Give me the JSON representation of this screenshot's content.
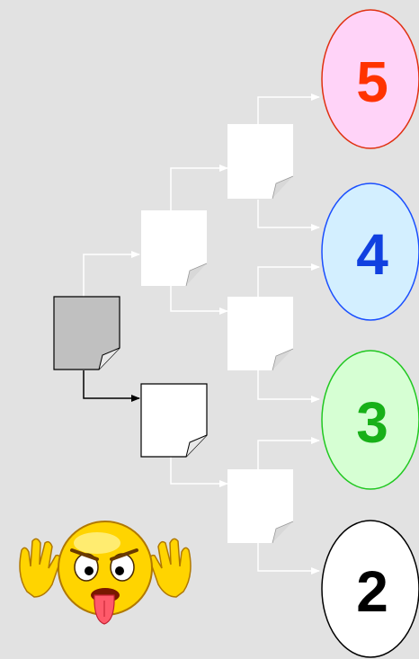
{
  "outcomes": [
    {
      "label": "5",
      "fill": "#ffd3f8",
      "stroke": "#e03010",
      "text_color": "#ff3300"
    },
    {
      "label": "4",
      "fill": "#d3efff",
      "stroke": "#1a4fff",
      "text_color": "#1040e0"
    },
    {
      "label": "3",
      "fill": "#d6ffd3",
      "stroke": "#20c820",
      "text_color": "#18b018"
    },
    {
      "label": "2",
      "fill": "#ffffff",
      "stroke": "#000000",
      "text_color": "#000000"
    }
  ],
  "colors": {
    "background": "#e2e2e2",
    "start_document": "#c0c0c0",
    "highlighted_document": "#ffffff",
    "faded_document": "#ffffff",
    "highlighted_arrow": "#000000",
    "faded_arrow": "#ffffff"
  },
  "mascot": {
    "icon": "angry-tongue-smiley-icon"
  }
}
